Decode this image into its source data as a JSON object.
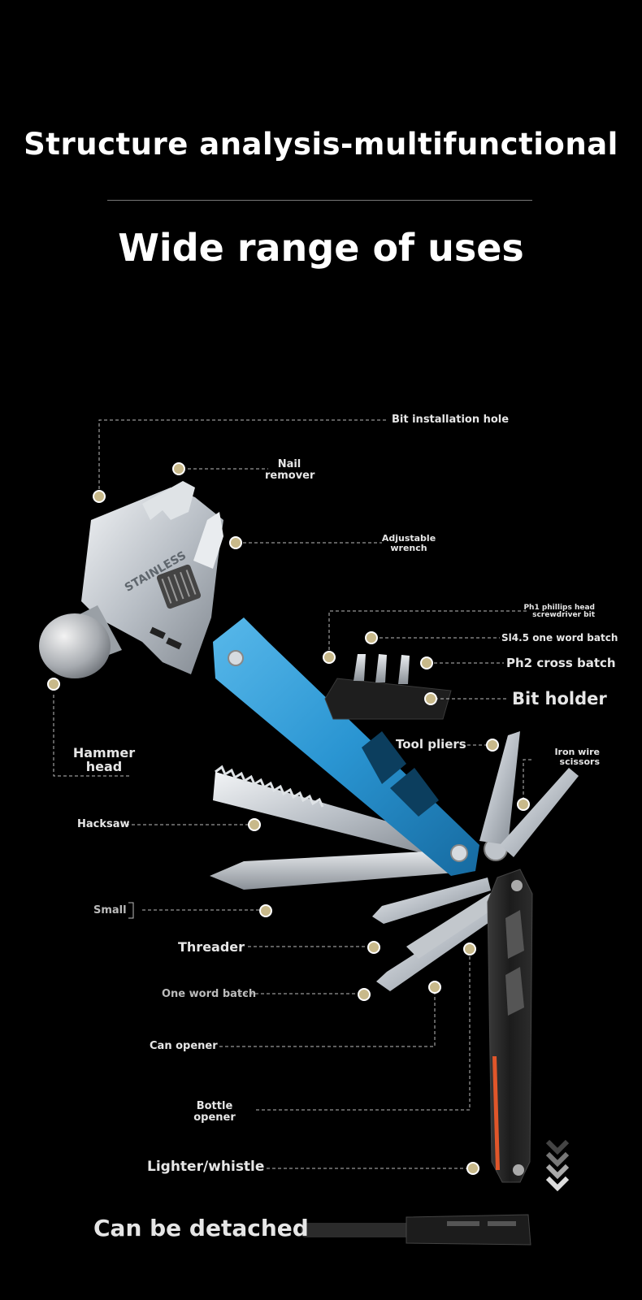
{
  "header": {
    "title": "Structure analysis-multifunctional",
    "subtitle": "Wide range of uses"
  },
  "labels": {
    "bit_installation_hole": "Bit installation hole",
    "nail_remover": "Nail\nremover",
    "adjustable_wrench": "Adjustable\nwrench",
    "ph1_bit": "Ph1 phillips head\nscrewdriver bit",
    "sl45_batch": "Sl4.5 one word batch",
    "ph2_batch": "Ph2 cross batch",
    "bit_holder": "Bit holder",
    "hammer_head": "Hammer\nhead",
    "tool_pliers": "Tool pliers",
    "wire_scissors": "Iron wire\nscissors",
    "hacksaw": "Hacksaw",
    "small": "Small",
    "threader": "Threader",
    "one_word_batch": "One word batch",
    "can_opener": "Can opener",
    "bottle_opener": "Bottle\nopener",
    "lighter_whistle": "Lighter/whistle"
  },
  "tool_text": {
    "engraving": "STAINLESS"
  },
  "footer": {
    "detach_text": "Can be detached"
  },
  "colors": {
    "background": "#000000",
    "marker": "#c8b98a",
    "handle_blue": "#2a95d2",
    "steel": "#c9ced3",
    "handle_black": "#1c1c1c"
  }
}
